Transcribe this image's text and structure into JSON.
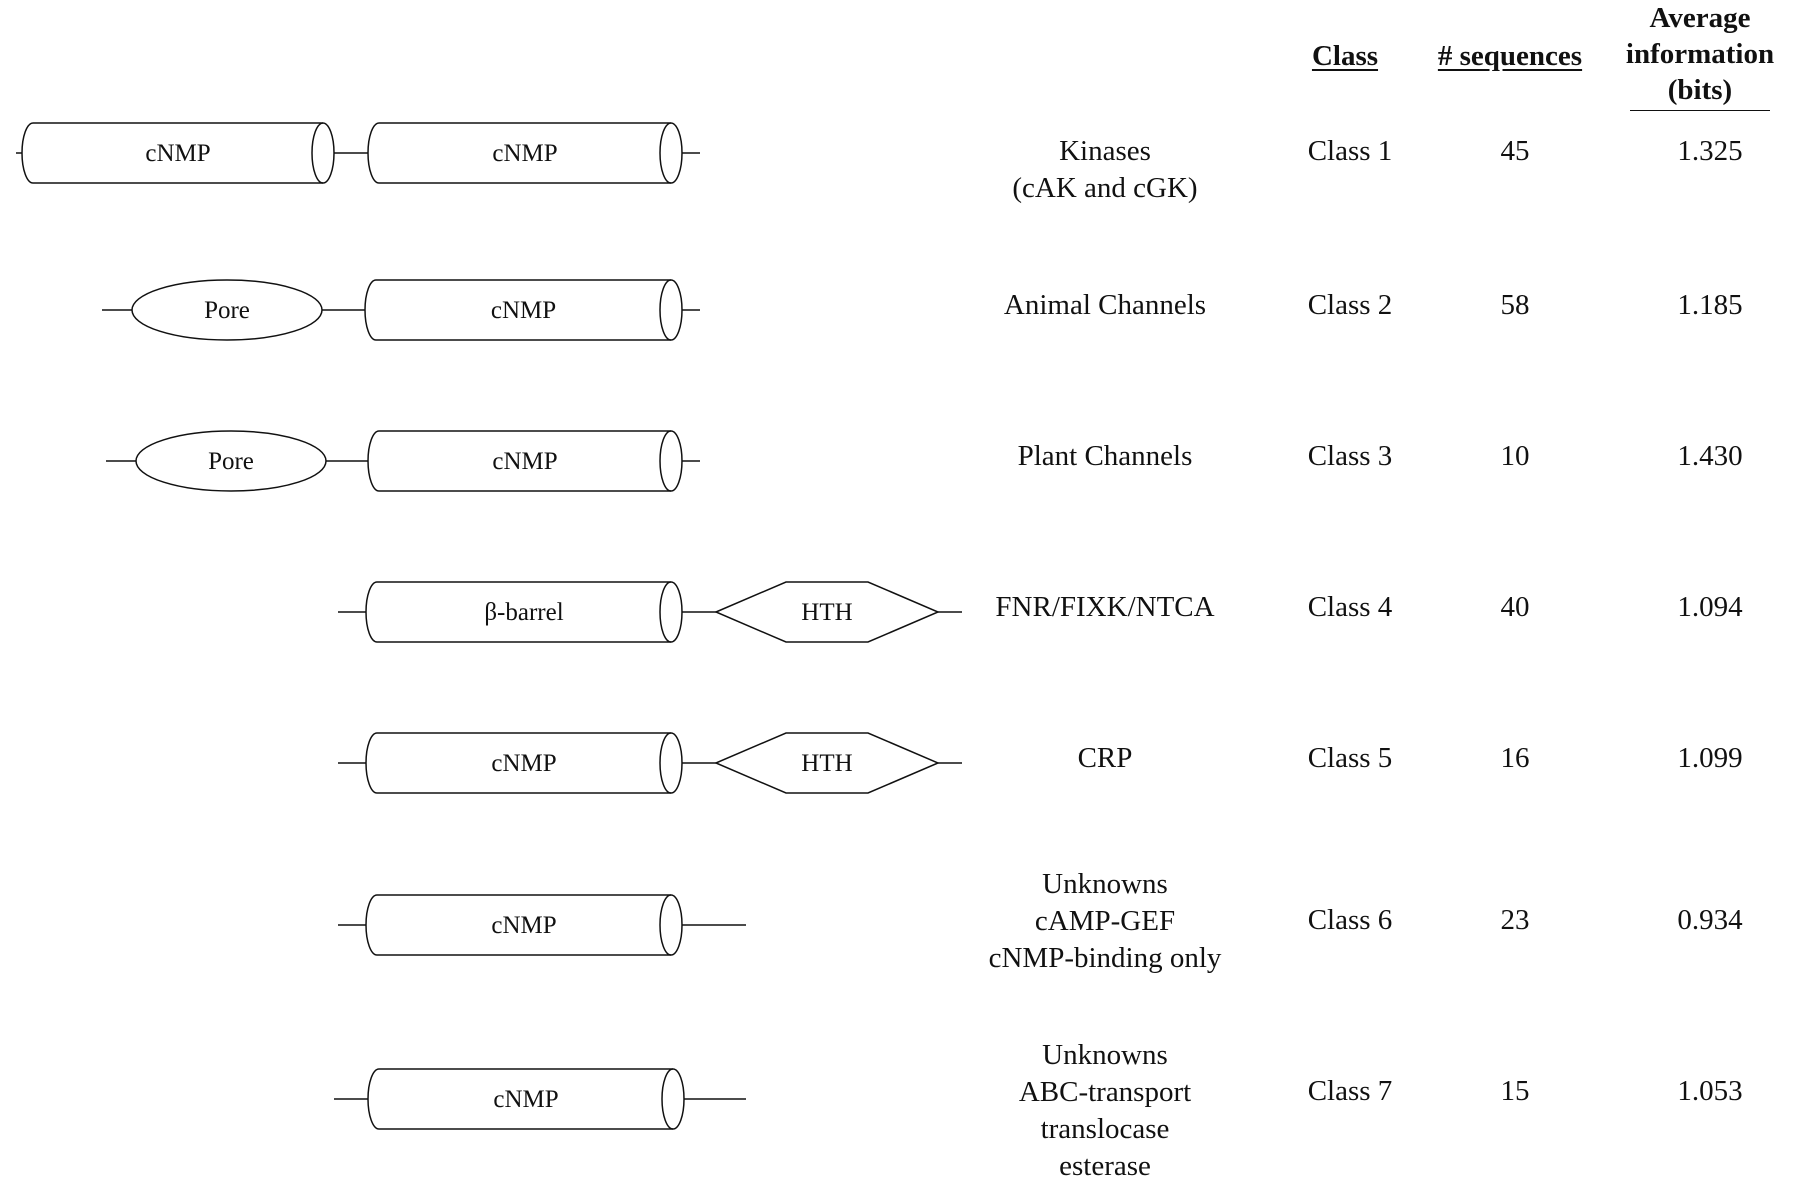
{
  "headers": {
    "class": "Class",
    "sequences": "# sequences",
    "avg_info_line1": "Average",
    "avg_info_line2": "information",
    "avg_info_line3": "(bits)"
  },
  "rows": [
    {
      "domains": [
        {
          "shape": "cylinder",
          "label": "cNMP"
        },
        {
          "shape": "cylinder",
          "label": "cNMP"
        }
      ],
      "name_lines": [
        "Kinases",
        "(cAK and cGK)"
      ],
      "class": "Class 1",
      "sequences": "45",
      "avg_info": "1.325"
    },
    {
      "domains": [
        {
          "shape": "ellipse",
          "label": "Pore"
        },
        {
          "shape": "cylinder",
          "label": "cNMP"
        }
      ],
      "name_lines": [
        "Animal Channels"
      ],
      "class": "Class 2",
      "sequences": "58",
      "avg_info": "1.185"
    },
    {
      "domains": [
        {
          "shape": "ellipse",
          "label": "Pore"
        },
        {
          "shape": "cylinder",
          "label": "cNMP"
        }
      ],
      "name_lines": [
        "Plant Channels"
      ],
      "class": "Class 3",
      "sequences": "10",
      "avg_info": "1.430"
    },
    {
      "domains": [
        {
          "shape": "cylinder",
          "label": "β-barrel"
        },
        {
          "shape": "hexagon",
          "label": "HTH"
        }
      ],
      "name_lines": [
        "FNR/FIXK/NTCA"
      ],
      "class": "Class 4",
      "sequences": "40",
      "avg_info": "1.094"
    },
    {
      "domains": [
        {
          "shape": "cylinder",
          "label": "cNMP"
        },
        {
          "shape": "hexagon",
          "label": "HTH"
        }
      ],
      "name_lines": [
        "CRP"
      ],
      "class": "Class 5",
      "sequences": "16",
      "avg_info": "1.099"
    },
    {
      "domains": [
        {
          "shape": "cylinder",
          "label": "cNMP"
        }
      ],
      "name_lines": [
        "Unknowns",
        "cAMP-GEF",
        "cNMP-binding only"
      ],
      "class": "Class 6",
      "sequences": "23",
      "avg_info": "0.934"
    },
    {
      "domains": [
        {
          "shape": "cylinder",
          "label": "cNMP"
        }
      ],
      "name_lines": [
        "Unknowns",
        "ABC-transport",
        "translocase",
        "esterase"
      ],
      "class": "Class 7",
      "sequences": "15",
      "avg_info": "1.053"
    }
  ]
}
